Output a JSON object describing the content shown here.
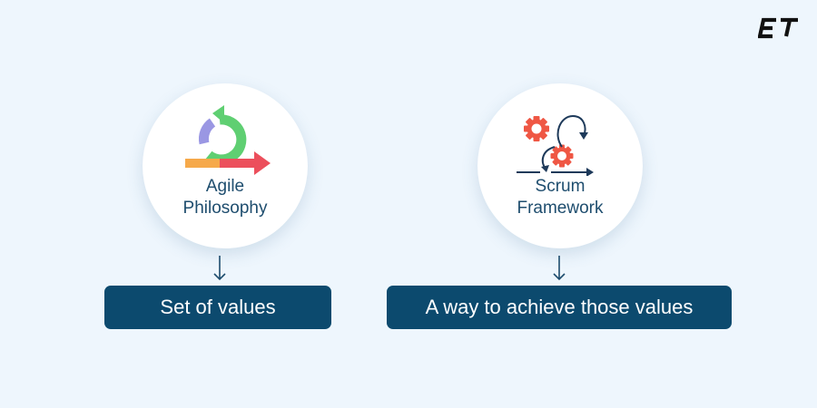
{
  "brand": {
    "logo_text": "ET"
  },
  "concepts": [
    {
      "label_line1": "Agile",
      "label_line2": "Philosophy",
      "icon": "iteration-cycle-arrow-icon",
      "description": "Set of values"
    },
    {
      "label_line1": "Scrum",
      "label_line2": "Framework",
      "icon": "gears-workflow-icon",
      "description": "A way to achieve those values"
    }
  ],
  "colors": {
    "background": "#eef6fd",
    "circle": "#ffffff",
    "box": "#0c4a6e",
    "label_text": "#1e4d6e",
    "connector": "#1e4d6e",
    "green": "#5fcf72",
    "purple": "#9a97e3",
    "orange": "#f6a94a",
    "red": "#ec4f5c",
    "gear_red": "#ef5744",
    "navy": "#1e3a5a"
  }
}
